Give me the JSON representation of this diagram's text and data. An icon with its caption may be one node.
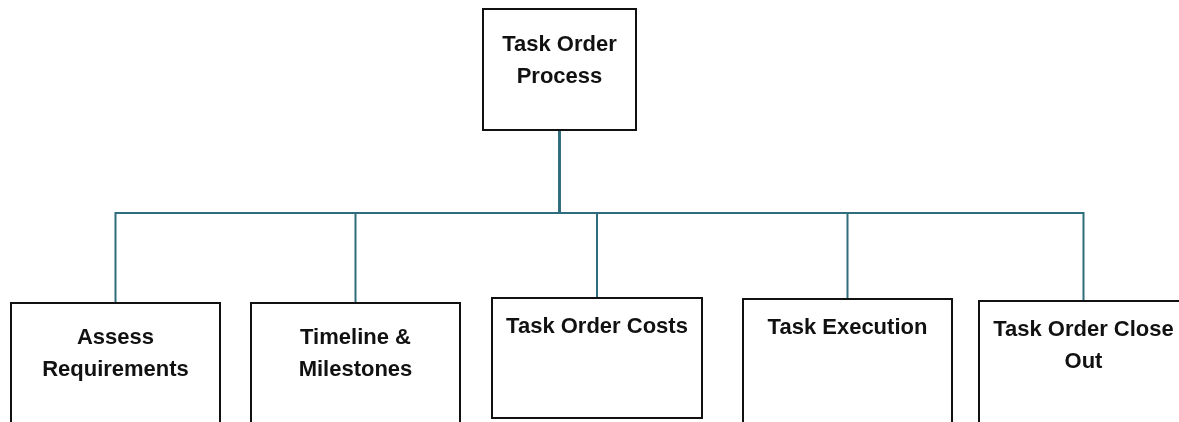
{
  "diagram": {
    "nodes": [
      {
        "text": [
          "Task Order Process"
        ]
      },
      {
        "text": [
          "Assess Requirements"
        ]
      },
      {
        "text": [
          "Timeline & Milestones"
        ]
      },
      {
        "text": [
          "Task Order Costs"
        ]
      },
      {
        "text": [
          "Task Execution"
        ]
      },
      {
        "text": [
          "Task Order Close Out"
        ]
      }
    ],
    "edges": [
      {
        "from": 0,
        "to": 1,
        "arrow": "none"
      },
      {
        "from": 0,
        "to": 2,
        "arrow": "none"
      },
      {
        "from": 0,
        "to": 3,
        "arrow": "none"
      },
      {
        "from": 0,
        "to": 4,
        "arrow": "none"
      },
      {
        "from": 0,
        "to": 5,
        "arrow": "none"
      }
    ]
  }
}
